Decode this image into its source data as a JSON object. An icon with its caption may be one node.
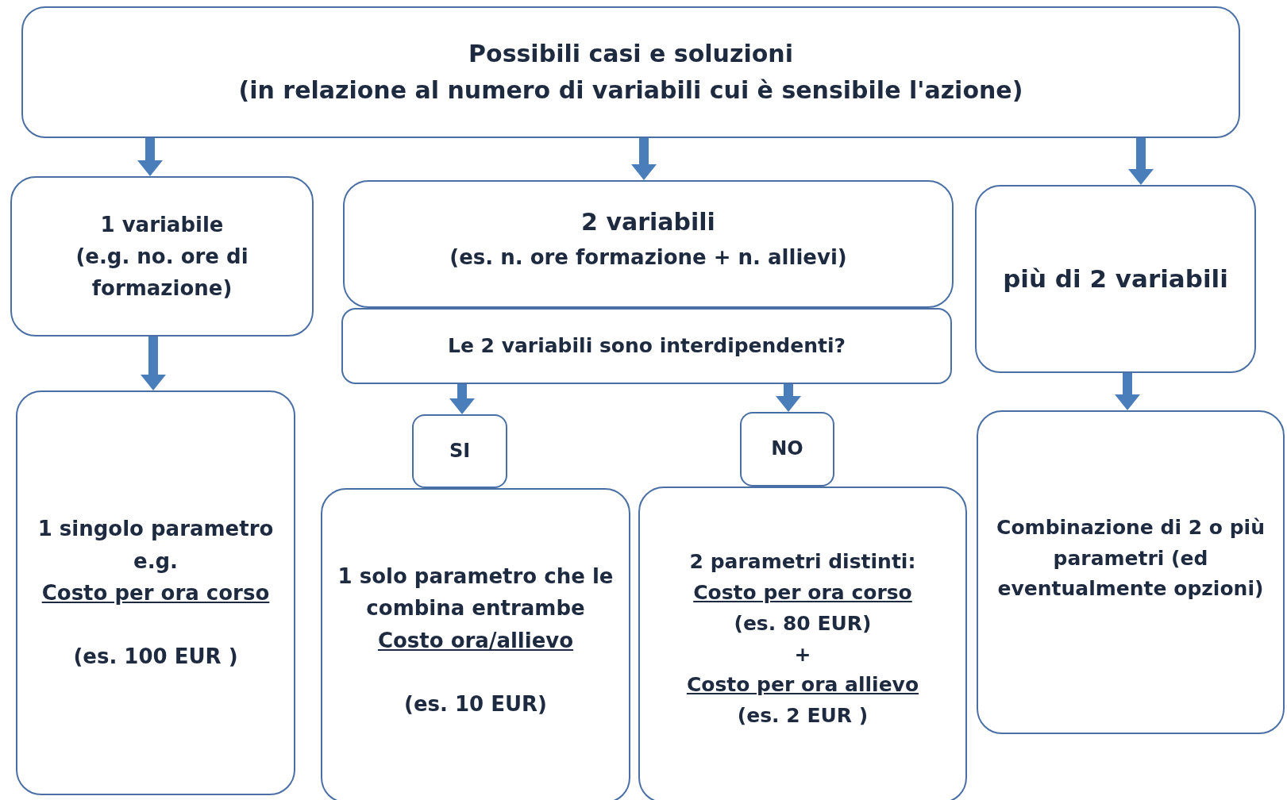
{
  "diagram": {
    "nodes": [
      {
        "text": [
          "Possibili casi e soluzioni",
          "(in relazione al numero di variabili cui è sensibile l'azione)"
        ]
      },
      {
        "text": [
          "1 variabile",
          "(e.g. no. ore di formazione)"
        ]
      },
      {
        "text": [
          "2 variabili",
          "(es. n. ore formazione + n. allievi)"
        ]
      },
      {
        "text": [
          "Le 2 variabili sono interdipendenti?"
        ]
      },
      {
        "text": [
          "più di 2 variabili"
        ]
      },
      {
        "text": [
          "1 singolo parametro e.g.",
          "Costo per ora corso",
          "(es. 100 EUR )"
        ]
      },
      {
        "text": [
          "SI"
        ]
      },
      {
        "text": [
          "NO"
        ]
      },
      {
        "text": [
          "1 solo parametro che le combina entrambe",
          "Costo ora/allievo",
          "(es. 10 EUR)"
        ]
      },
      {
        "text": [
          "2 parametri distinti:",
          "Costo per ora corso",
          "(es. 80 EUR)",
          "+",
          "Costo per ora allievo",
          "(es. 2 EUR )"
        ]
      },
      {
        "text": [
          "Combinazione di 2 o più parametri (ed eventualmente opzioni)"
        ]
      }
    ],
    "edges": [
      {
        "from": 0,
        "to": 1,
        "arrow": "to"
      },
      {
        "from": 0,
        "to": 2,
        "arrow": "to"
      },
      {
        "from": 0,
        "to": 4,
        "arrow": "to"
      },
      {
        "from": 1,
        "to": 5,
        "arrow": "to"
      },
      {
        "from": 3,
        "to": 6,
        "arrow": "to"
      },
      {
        "from": 3,
        "to": 7,
        "arrow": "to"
      },
      {
        "from": 4,
        "to": 10,
        "arrow": "to"
      }
    ]
  }
}
